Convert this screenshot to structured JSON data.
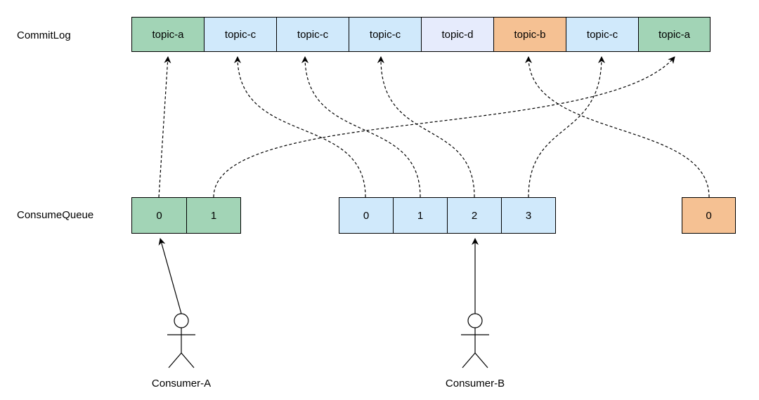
{
  "labels": {
    "commitlog": "CommitLog",
    "consumequeue": "ConsumeQueue"
  },
  "commitlog": [
    {
      "text": "topic-a",
      "color": "#a2d4b6"
    },
    {
      "text": "topic-c",
      "color": "#d0e9fb"
    },
    {
      "text": "topic-c",
      "color": "#d0e9fb"
    },
    {
      "text": "topic-c",
      "color": "#d0e9fb"
    },
    {
      "text": "topic-d",
      "color": "#e6ebfc"
    },
    {
      "text": "topic-b",
      "color": "#f5c193"
    },
    {
      "text": "topic-c",
      "color": "#d0e9fb"
    },
    {
      "text": "topic-a",
      "color": "#a2d4b6"
    }
  ],
  "queues": {
    "topic_a": {
      "cells": [
        "0",
        "1"
      ],
      "color": "#a2d4b6"
    },
    "topic_c": {
      "cells": [
        "0",
        "1",
        "2",
        "3"
      ],
      "color": "#d0e9fb"
    },
    "topic_b": {
      "cells": [
        "0"
      ],
      "color": "#f5c193"
    }
  },
  "consumers": {
    "a": "Consumer-A",
    "b": "Consumer-B"
  },
  "colors": {
    "stroke": "#000000",
    "background": "#ffffff"
  }
}
